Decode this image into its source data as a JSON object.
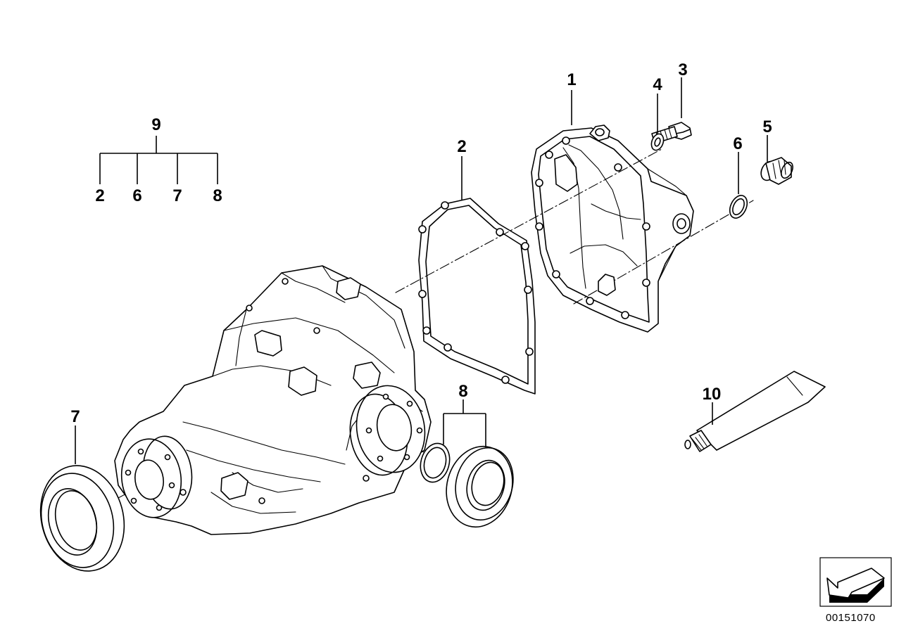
{
  "diagram": {
    "group_label": "9",
    "group_members": [
      "2",
      "6",
      "7",
      "8"
    ],
    "callouts": [
      {
        "id": "p1",
        "label": "1"
      },
      {
        "id": "p2",
        "label": "2"
      },
      {
        "id": "p3",
        "label": "3"
      },
      {
        "id": "p4",
        "label": "4"
      },
      {
        "id": "p5",
        "label": "5"
      },
      {
        "id": "p6",
        "label": "6"
      },
      {
        "id": "p7",
        "label": "7"
      },
      {
        "id": "p8",
        "label": "8"
      },
      {
        "id": "p10",
        "label": "10"
      }
    ],
    "reference_number": "00151070"
  }
}
